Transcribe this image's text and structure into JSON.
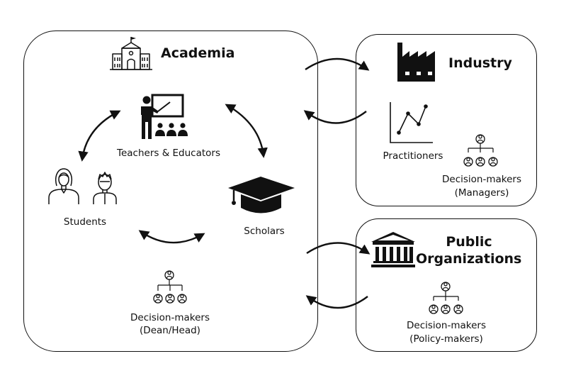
{
  "academia": {
    "title": "Academia",
    "teachers_label": "Teachers & Educators",
    "students_label": "Students",
    "scholars_label": "Scholars",
    "decision_makers_label": "Decision-makers",
    "decision_makers_sub": "(Dean/Head)"
  },
  "industry": {
    "title": "Industry",
    "practitioners_label": "Practitioners",
    "decision_makers_label": "Decision-makers",
    "decision_makers_sub": "(Managers)"
  },
  "public": {
    "title_line1": "Public",
    "title_line2": "Organizations",
    "decision_makers_label": "Decision-makers",
    "decision_makers_sub": "(Policy-makers)"
  },
  "icons": {
    "school": "school-building-icon",
    "teacher": "teacher-classroom-icon",
    "student_female": "female-student-icon",
    "student_male": "male-student-icon",
    "graduation_cap": "graduation-cap-icon",
    "org_chart": "org-chart-icon",
    "factory": "factory-icon",
    "line_chart": "line-chart-icon",
    "government_building": "government-building-icon"
  },
  "colors": {
    "stroke": "#111111",
    "background": "#ffffff"
  }
}
